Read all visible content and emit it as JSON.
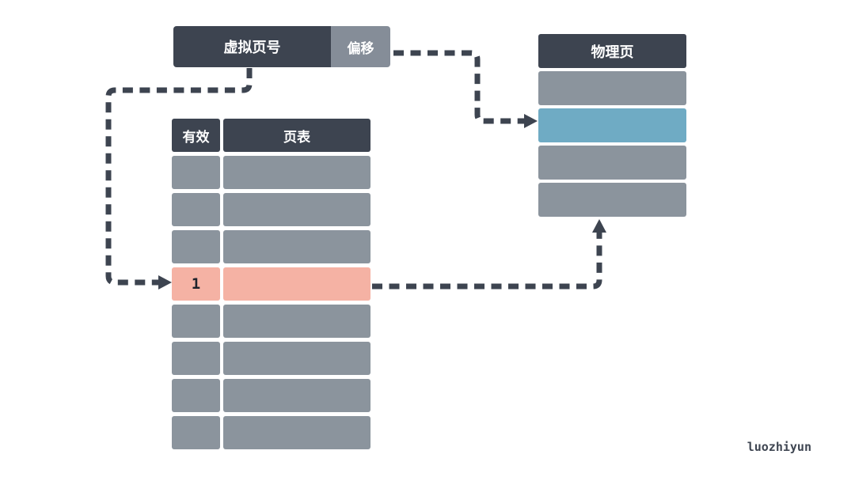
{
  "virtual_box": {
    "label": "虚拟页号",
    "offset_label": "偏移"
  },
  "page_table": {
    "headers": [
      "有效",
      "页表"
    ],
    "rows": [
      {
        "valid": "",
        "highlighted": false
      },
      {
        "valid": "",
        "highlighted": false
      },
      {
        "valid": "",
        "highlighted": false
      },
      {
        "valid": "1",
        "highlighted": true
      },
      {
        "valid": "",
        "highlighted": false
      },
      {
        "valid": "",
        "highlighted": false
      },
      {
        "valid": "",
        "highlighted": false
      },
      {
        "valid": "",
        "highlighted": false
      }
    ]
  },
  "physical_page": {
    "header": "物理页",
    "rows": [
      {
        "highlighted": false
      },
      {
        "highlighted": true
      },
      {
        "highlighted": false
      },
      {
        "highlighted": false
      }
    ]
  },
  "watermark": "luozhiyun",
  "colors": {
    "dark": "#3d4450",
    "gray": "#8b949d",
    "offset_gray": "#858d98",
    "highlight_pink": "#f5b2a4",
    "highlight_blue": "#6fabc4",
    "arrow": "#3d4450",
    "background": "#ffffff"
  }
}
